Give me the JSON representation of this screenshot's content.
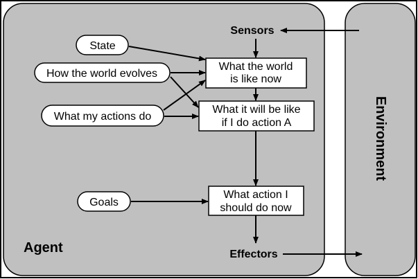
{
  "agent": {
    "label": "Agent",
    "inputs": {
      "state": "State",
      "world_evolves": "How the world evolves",
      "actions_do": "What my actions do",
      "goals": "Goals"
    },
    "boxes": {
      "world_now": [
        "What the world",
        "is like now"
      ],
      "will_be_like": [
        "What it will be like",
        "if I do action A"
      ],
      "action_now": [
        "What action I",
        "should do now"
      ]
    },
    "sensors": "Sensors",
    "effectors": "Effectors"
  },
  "environment": {
    "label": "Environment"
  },
  "colors": {
    "panel_fill": "#c0c0c0",
    "stroke": "#000000",
    "box_fill": "#ffffff"
  }
}
